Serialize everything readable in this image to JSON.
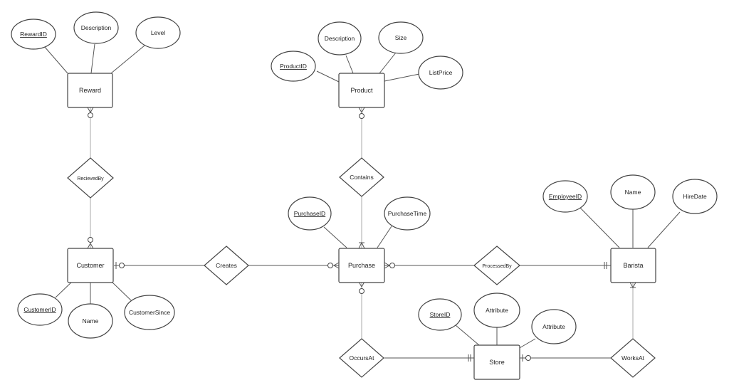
{
  "entities": {
    "reward": "Reward",
    "product": "Product",
    "customer": "Customer",
    "purchase": "Purchase",
    "barista": "Barista",
    "store": "Store"
  },
  "attributes": {
    "reward_id": "RewardID",
    "reward_description": "Description",
    "reward_level": "Level",
    "product_description": "Description",
    "product_size": "Size",
    "product_id": "ProductID",
    "product_listprice": "ListPrice",
    "purchase_id": "PurchaseID",
    "purchase_time": "PurchaseTime",
    "employee_id": "EmployeeID",
    "barista_name": "Name",
    "barista_hiredate": "HireDate",
    "customer_id": "CustomerID",
    "customer_name": "Name",
    "customer_since": "CustomerSince",
    "store_id": "StoreID",
    "store_attr1": "Attribute",
    "store_attr2": "Attribute"
  },
  "relationships": {
    "recieved_by": "RecievedBy",
    "contains": "Contains",
    "creates": "Creates",
    "processed_by": "ProcessedBy",
    "occurs_at": "OccursAt",
    "works_at": "WorksAt"
  }
}
